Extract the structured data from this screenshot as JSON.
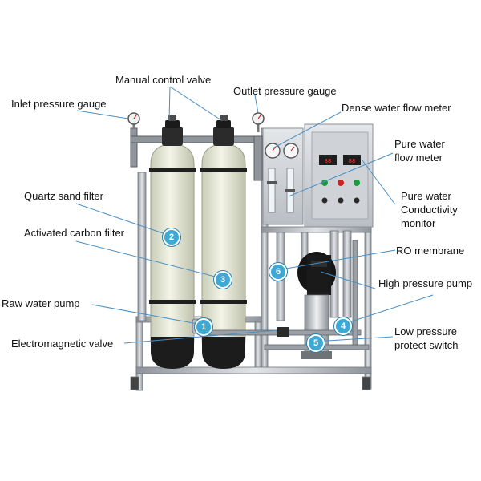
{
  "labels": {
    "manual_control_valve": "Manual control valve",
    "inlet_pressure_gauge": "Inlet pressure gauge",
    "outlet_pressure_gauge": "Outlet pressure gauge",
    "dense_water_flow_meter": "Dense water flow meter",
    "pure_water_flow_meter_line1": "Pure water",
    "pure_water_flow_meter_line2": "flow meter",
    "quartz_sand_filter": "Quartz sand filter",
    "pure_water_conductivity_line1": "Pure water",
    "pure_water_conductivity_line2": "Conductivity",
    "pure_water_conductivity_line3": "monitor",
    "activated_carbon_filter": "Activated carbon filter",
    "ro_membrane": "RO membrane",
    "high_pressure_pump": "High pressure pump",
    "raw_water_pump": "Raw water pump",
    "electromagnetic_valve": "Electromagnetic valve",
    "low_pressure_switch_line1": "Low pressure",
    "low_pressure_switch_line2": "protect switch"
  },
  "markers": [
    "1",
    "2",
    "3",
    "4",
    "5",
    "6"
  ],
  "colors": {
    "leader_line": "#4a8fc4",
    "marker_fill": "#3fa9d6",
    "tank_body": "#e8ead8",
    "tank_base": "#1c1c1c",
    "steel_frame": "#b7bcc2",
    "panel": "#d5d9de"
  }
}
